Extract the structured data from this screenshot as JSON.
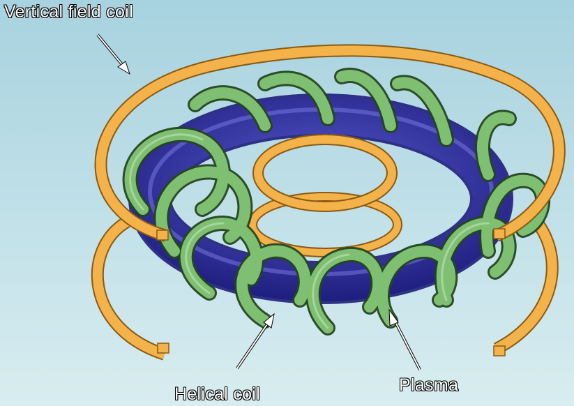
{
  "labels": {
    "vertical_field_coil": "Vertical field coil",
    "helical_coil": "Helical coil",
    "plasma": "Plasma"
  },
  "colors": {
    "background_top": "#a9d3e0",
    "background_bottom": "#d6ecef",
    "vertical_coil": "#f3b24a",
    "vertical_coil_edge": "#8a5a12",
    "helical_coil": "#7fbf72",
    "helical_coil_edge": "#24461f",
    "plasma": "#2f2f9e",
    "plasma_highlight": "#6f6fe0"
  },
  "icons": [
    "arrow-vertical-coil",
    "arrow-helical-coil",
    "arrow-plasma"
  ]
}
